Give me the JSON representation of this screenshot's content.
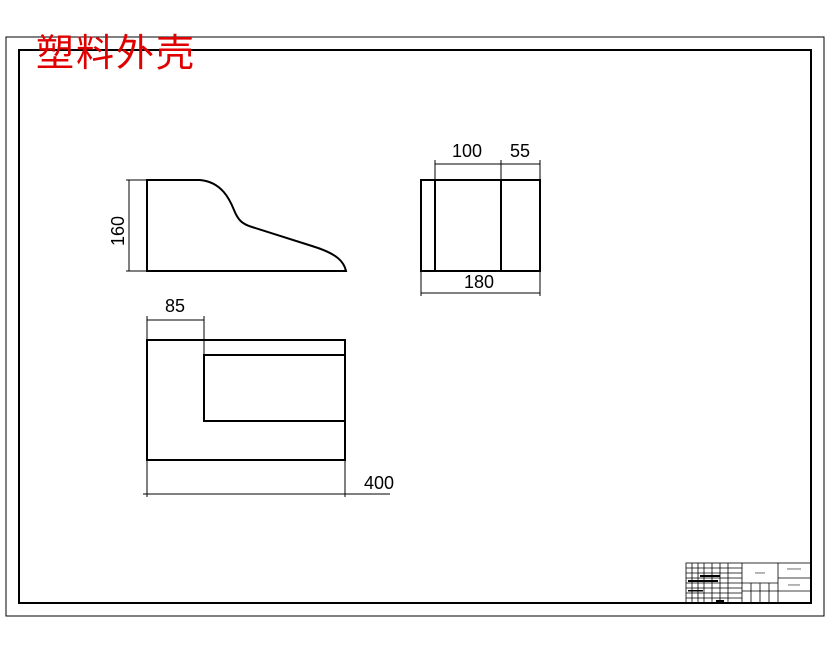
{
  "drawing": {
    "title": "塑料外壳"
  },
  "dimensions": {
    "side_height": "160",
    "top_width_a": "100",
    "top_width_b": "55",
    "top_total": "180",
    "front_notch": "85",
    "front_length": "400"
  },
  "title_block": {
    "cell_a": "XXXXX",
    "cell_b": "XXXXXXX",
    "cell_c": "XXXXXX"
  }
}
